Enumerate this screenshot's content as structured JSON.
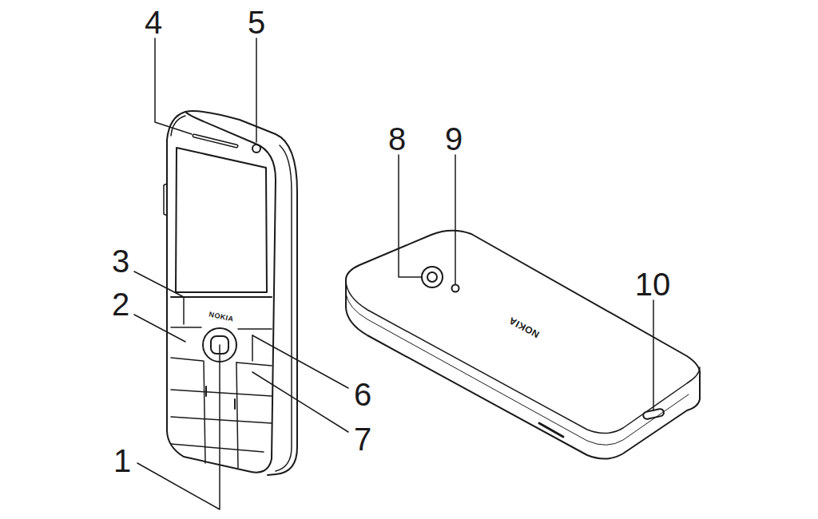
{
  "diagram": {
    "labels": [
      "4",
      "5",
      "8",
      "9",
      "3",
      "10",
      "2",
      "NOKIA",
      "NOKIA",
      "6",
      "7",
      "1"
    ]
  }
}
